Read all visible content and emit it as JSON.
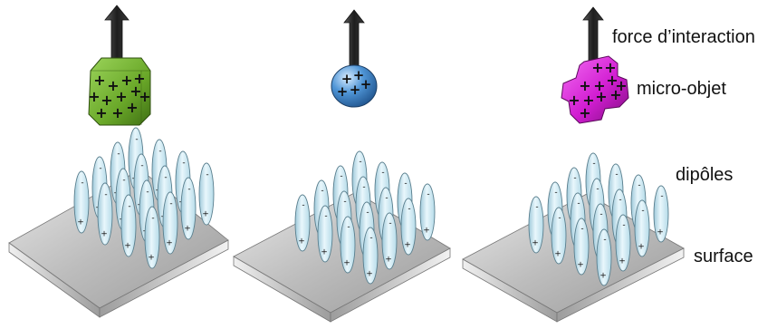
{
  "labels": {
    "force": "force d’interaction",
    "micro_objet": "micro-objet",
    "dipoles": "dipôles",
    "surface": "surface"
  },
  "charge_sign": "+",
  "dipole_neg_sign": "-",
  "panels": [
    {
      "object_shape": "cube",
      "object_color": "#6aa829"
    },
    {
      "object_shape": "sphere",
      "object_color": "#4f95d6"
    },
    {
      "object_shape": "cross",
      "object_color": "#d21ed2"
    }
  ],
  "colors": {
    "arrow": "#2b2b2b",
    "plate_top": "#c4c4c4",
    "plate_side": "#8c8c8c",
    "dipole_fill": "#cfeaf5",
    "dipole_stroke": "#5a7f8e"
  }
}
